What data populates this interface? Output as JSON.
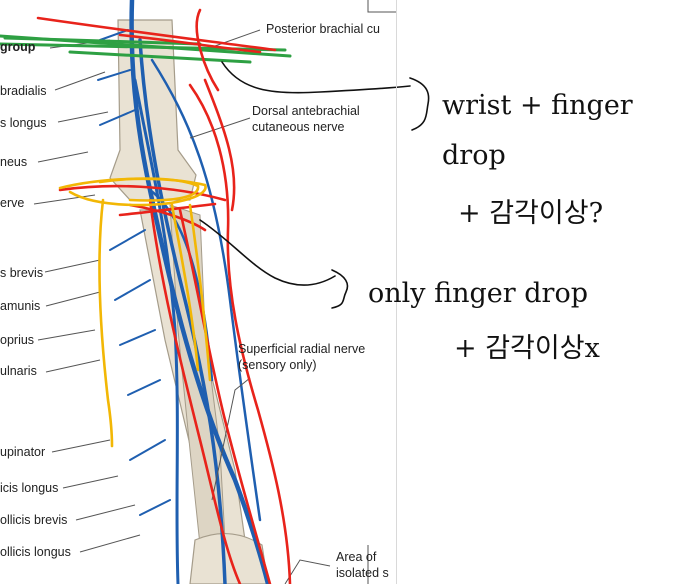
{
  "labels": {
    "group": "group",
    "posterior_brachial": "Posterior brachial cu",
    "dorsal_antebrachial_1": "Dorsal antebrachial",
    "dorsal_antebrachial_2": "cutaneous nerve",
    "bradialis": "bradialis",
    "s_longus": "s longus",
    "neus": "neus",
    "erve": "erve",
    "s_brevis": "s brevis",
    "amunis": "amunis",
    "oprius": "oprius",
    "ulnaris": "ulnaris",
    "superficial_radial_1": "Superficial radial nerve",
    "superficial_radial_2": "(sensory only)",
    "upinator": "upinator",
    "icis_longus": "icis longus",
    "ollicis_brevis": "ollicis brevis",
    "ollicis_longus": "ollicis longus",
    "area_of_1": "Area of",
    "area_of_2": "isolated s"
  },
  "annotations": {
    "note1_line1": "wrist + finger",
    "note1_line2": "drop",
    "note1_line3": "+ 감각이상?",
    "note2_line1": "only finger drop",
    "note2_line2": "+ 감각이상x"
  },
  "colors": {
    "nerve": "#1f5fb0",
    "red_ink": "#e8231b",
    "green_ink": "#2ea043",
    "yellow_ink": "#f2b705",
    "black_ink": "#111111",
    "bone": "#e9e2d3",
    "bone_outline": "#a59c8a"
  }
}
